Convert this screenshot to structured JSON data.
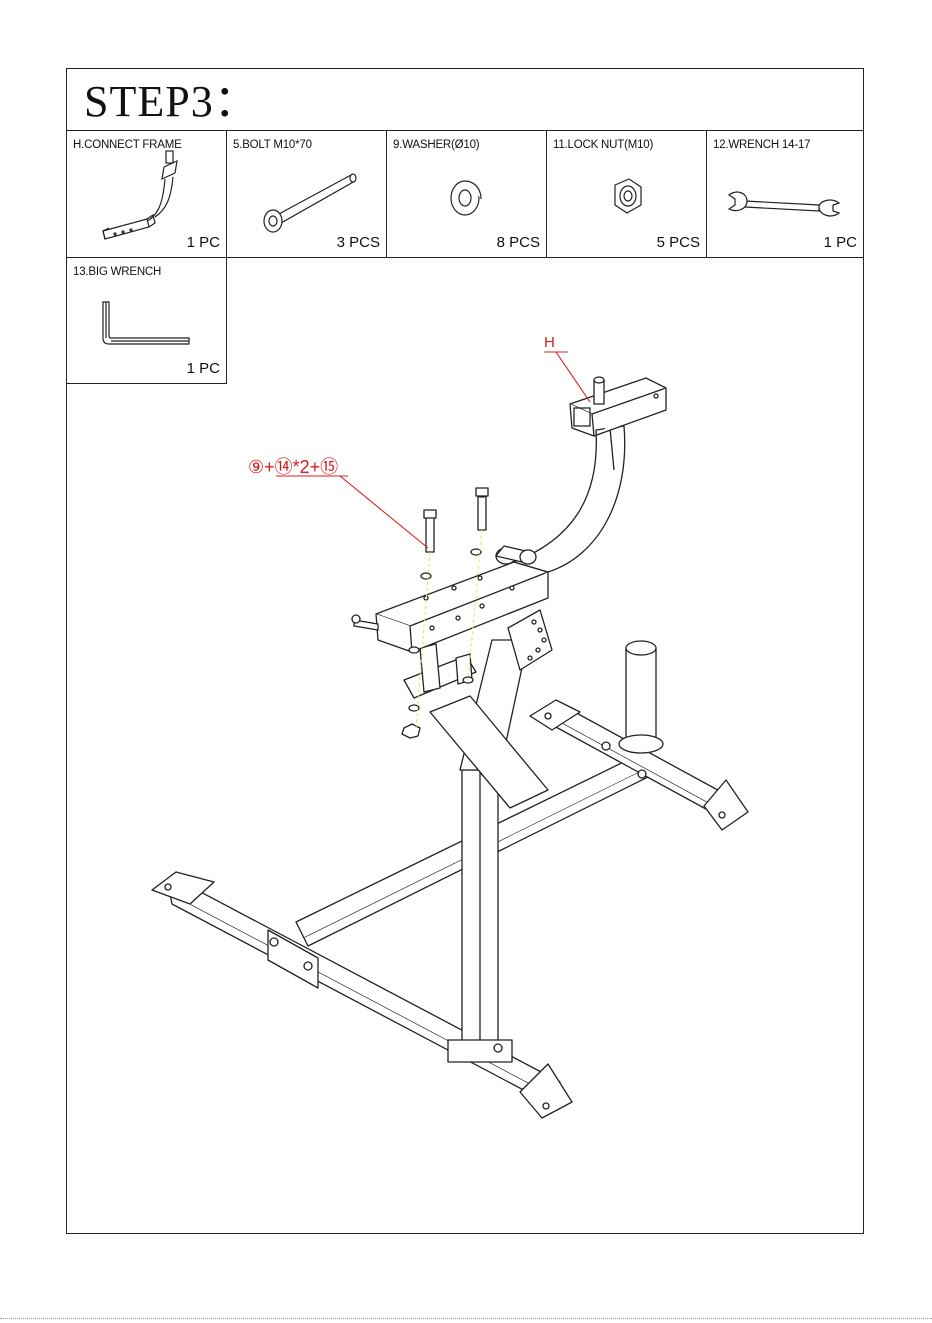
{
  "step_title": "STEP3：",
  "parts": [
    {
      "name": "H.CONNECT FRAME",
      "qty": "1 PC",
      "icon": "connect-frame-icon"
    },
    {
      "name": "5.BOLT M10*70",
      "qty": "3 PCS",
      "icon": "bolt-icon"
    },
    {
      "name": "9.WASHER(Ø10)",
      "qty": "8 PCS",
      "icon": "washer-icon"
    },
    {
      "name": "11.LOCK NUT(M10)",
      "qty": "5 PCS",
      "icon": "lock-nut-icon"
    },
    {
      "name": "12.WRENCH 14-17",
      "qty": "1 PC",
      "icon": "wrench-icon"
    },
    {
      "name": "13.BIG WRENCH",
      "qty": "1 PC",
      "icon": "allen-wrench-icon"
    }
  ],
  "callouts": {
    "frame_label": "H",
    "hardware_label": "⑨+⑭*2+⑮"
  },
  "colors": {
    "line": "#222222",
    "callout": "#d42020",
    "leader": "#e8e060"
  }
}
